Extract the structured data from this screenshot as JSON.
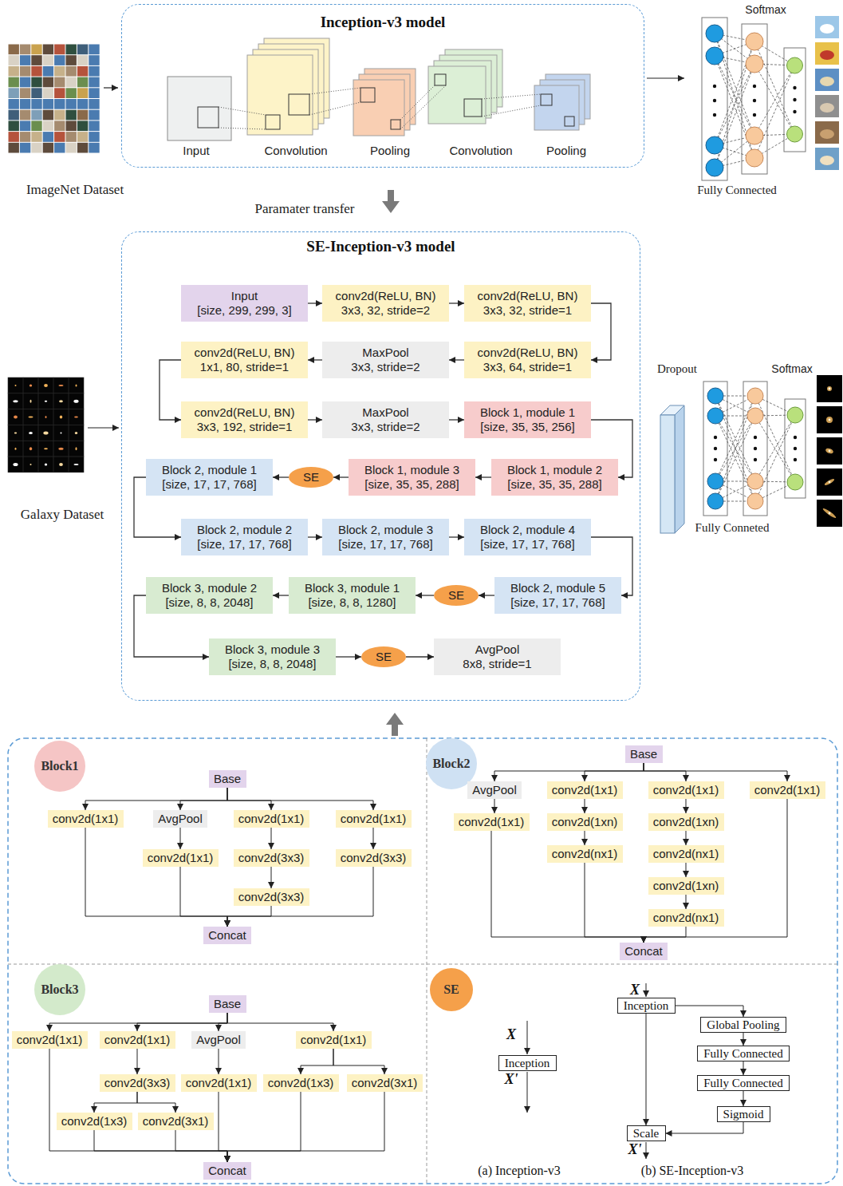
{
  "diagram": {
    "nodes": [
      {
        "text": [
          "Inception-v3 model"
        ]
      },
      {
        "text": [
          "SE-Inception-v3 model"
        ]
      },
      {
        "text": [
          "Input",
          "[size, 299, 299, 3]"
        ],
        "in": 1
      },
      {
        "text": [
          "conv2d(ReLU, BN)",
          "3x3, 32, stride=2"
        ],
        "in": 1
      },
      {
        "text": [
          "conv2d(ReLU, BN)",
          "3x3, 32, stride=1"
        ],
        "in": 1
      },
      {
        "text": [
          "conv2d(ReLU, BN)",
          "3x3, 64, stride=1"
        ],
        "in": 1
      },
      {
        "text": [
          "MaxPool",
          "3x3, stride=2"
        ],
        "in": 1
      },
      {
        "text": [
          "conv2d(ReLU, BN)",
          "1x1, 80, stride=1"
        ],
        "in": 1
      },
      {
        "text": [
          "conv2d(ReLU, BN)",
          "3x3, 192, stride=1"
        ],
        "in": 1
      },
      {
        "text": [
          "MaxPool",
          "3x3, stride=2"
        ],
        "in": 1
      },
      {
        "text": [
          "Block 1, module 1",
          "[size, 35, 35, 256]"
        ],
        "in": 1
      },
      {
        "text": [
          "Block 1, module 2",
          "[size, 35, 35, 288]"
        ],
        "in": 1
      },
      {
        "text": [
          "Block 1, module 3",
          "[size, 35, 35, 288]"
        ],
        "in": 1
      },
      {
        "text": [
          "SE"
        ],
        "in": 1
      },
      {
        "text": [
          "Block 2, module 1",
          "[size, 17, 17, 768]"
        ],
        "in": 1
      },
      {
        "text": [
          "Block 2, module 2",
          "[size, 17, 17, 768]"
        ],
        "in": 1
      },
      {
        "text": [
          "Block 2, module 3",
          "[size, 17, 17, 768]"
        ],
        "in": 1
      },
      {
        "text": [
          "Block 2, module 4",
          "[size, 17, 17, 768]"
        ],
        "in": 1
      },
      {
        "text": [
          "Block 2, module 5",
          "[size, 17, 17, 768]"
        ],
        "in": 1
      },
      {
        "text": [
          "SE"
        ],
        "in": 1
      },
      {
        "text": [
          "Block 3, module 1",
          "[size, 8, 8, 1280]"
        ],
        "in": 1
      },
      {
        "text": [
          "Block 3, module 2",
          "[size, 8, 8, 2048]"
        ],
        "in": 1
      },
      {
        "text": [
          "Block 3, module 3",
          "[size, 8, 8, 2048]"
        ],
        "in": 1
      },
      {
        "text": [
          "SE"
        ],
        "in": 1
      },
      {
        "text": [
          "AvgPool",
          "8x8, stride=1"
        ],
        "in": 1
      },
      {
        "text": [
          "Block1"
        ]
      },
      {
        "text": [
          "Base"
        ]
      },
      {
        "text": [
          "conv2d(1x1)"
        ]
      },
      {
        "text": [
          "AvgPool"
        ]
      },
      {
        "text": [
          "conv2d(1x1)"
        ]
      },
      {
        "text": [
          "conv2d(1x1)"
        ]
      },
      {
        "text": [
          "conv2d(1x1)"
        ]
      },
      {
        "text": [
          "conv2d(3x3)"
        ]
      },
      {
        "text": [
          "conv2d(3x3)"
        ]
      },
      {
        "text": [
          "conv2d(3x3)"
        ]
      },
      {
        "text": [
          "Concat"
        ]
      },
      {
        "text": [
          "Block2"
        ]
      },
      {
        "text": [
          "Base"
        ]
      },
      {
        "text": [
          "AvgPool"
        ]
      },
      {
        "text": [
          "conv2d(1x1)"
        ]
      },
      {
        "text": [
          "conv2d(1x1)"
        ]
      },
      {
        "text": [
          "conv2d(1x1)"
        ]
      },
      {
        "text": [
          "conv2d(1x1)"
        ]
      },
      {
        "text": [
          "conv2d(1xn)"
        ]
      },
      {
        "text": [
          "conv2d(nx1)"
        ]
      },
      {
        "text": [
          "conv2d(1xn)"
        ]
      },
      {
        "text": [
          "conv2d(nx1)"
        ]
      },
      {
        "text": [
          "conv2d(1xn)"
        ]
      },
      {
        "text": [
          "conv2d(nx1)"
        ]
      },
      {
        "text": [
          "Concat"
        ]
      },
      {
        "text": [
          "Block3"
        ]
      },
      {
        "text": [
          "Base"
        ]
      },
      {
        "text": [
          "conv2d(1x1)"
        ]
      },
      {
        "text": [
          "conv2d(1x1)"
        ]
      },
      {
        "text": [
          "AvgPool"
        ]
      },
      {
        "text": [
          "conv2d(1x1)"
        ]
      },
      {
        "text": [
          "conv2d(3x3)"
        ]
      },
      {
        "text": [
          "conv2d(1x1)"
        ]
      },
      {
        "text": [
          "conv2d(1x3)"
        ]
      },
      {
        "text": [
          "conv2d(3x1)"
        ]
      },
      {
        "text": [
          "conv2d(1x3)"
        ]
      },
      {
        "text": [
          "conv2d(3x1)"
        ]
      },
      {
        "text": [
          "Concat"
        ]
      },
      {
        "text": [
          "SE"
        ]
      },
      {
        "text": [
          "Inception"
        ]
      },
      {
        "text": [
          "Inception"
        ]
      },
      {
        "text": [
          "Global Pooling"
        ]
      },
      {
        "text": [
          "Fully Connected"
        ]
      },
      {
        "text": [
          "Fully Connected"
        ]
      },
      {
        "text": [
          "Sigmoid"
        ]
      },
      {
        "text": [
          "Scale"
        ]
      }
    ],
    "edges": [
      {
        "from": 2,
        "to": 3,
        "arrow": "to"
      },
      {
        "from": 3,
        "to": 4,
        "arrow": "to"
      },
      {
        "from": 4,
        "to": 5,
        "arrow": "to"
      },
      {
        "from": 5,
        "to": 6,
        "arrow": "to"
      },
      {
        "from": 6,
        "to": 7,
        "arrow": "to"
      },
      {
        "from": 7,
        "to": 8,
        "arrow": "to"
      },
      {
        "from": 8,
        "to": 9,
        "arrow": "to"
      },
      {
        "from": 9,
        "to": 10,
        "arrow": "to"
      },
      {
        "from": 10,
        "to": 11,
        "arrow": "to"
      },
      {
        "from": 11,
        "to": 12,
        "arrow": "to"
      },
      {
        "from": 12,
        "to": 13,
        "arrow": "to"
      },
      {
        "from": 13,
        "to": 14,
        "arrow": "to"
      },
      {
        "from": 14,
        "to": 15,
        "arrow": "to"
      },
      {
        "from": 15,
        "to": 16,
        "arrow": "to"
      },
      {
        "from": 16,
        "to": 17,
        "arrow": "to"
      },
      {
        "from": 17,
        "to": 18,
        "arrow": "to"
      },
      {
        "from": 18,
        "to": 19,
        "arrow": "to"
      },
      {
        "from": 19,
        "to": 20,
        "arrow": "to"
      },
      {
        "from": 20,
        "to": 21,
        "arrow": "to"
      },
      {
        "from": 21,
        "to": 22,
        "arrow": "to"
      },
      {
        "from": 22,
        "to": 23,
        "arrow": "to"
      },
      {
        "from": 23,
        "to": 24,
        "arrow": "to"
      },
      {
        "from": 26,
        "to": 27,
        "arrow": "to"
      },
      {
        "from": 26,
        "to": 28,
        "arrow": "to"
      },
      {
        "from": 26,
        "to": 29,
        "arrow": "to"
      },
      {
        "from": 26,
        "to": 30,
        "arrow": "to"
      },
      {
        "from": 28,
        "to": 31,
        "arrow": "to"
      },
      {
        "from": 29,
        "to": 32,
        "arrow": "to"
      },
      {
        "from": 32,
        "to": 34,
        "arrow": "to"
      },
      {
        "from": 30,
        "to": 33,
        "arrow": "to"
      },
      {
        "from": 27,
        "to": 35,
        "arrow": "to"
      },
      {
        "from": 31,
        "to": 35,
        "arrow": "to"
      },
      {
        "from": 34,
        "to": 35,
        "arrow": "to"
      },
      {
        "from": 33,
        "to": 35,
        "arrow": "to"
      },
      {
        "from": 37,
        "to": 38,
        "arrow": "to"
      },
      {
        "from": 37,
        "to": 39,
        "arrow": "to"
      },
      {
        "from": 37,
        "to": 40,
        "arrow": "to"
      },
      {
        "from": 37,
        "to": 41,
        "arrow": "to"
      },
      {
        "from": 38,
        "to": 42,
        "arrow": "to"
      },
      {
        "from": 39,
        "to": 43,
        "arrow": "to"
      },
      {
        "from": 43,
        "to": 44,
        "arrow": "to"
      },
      {
        "from": 40,
        "to": 45,
        "arrow": "to"
      },
      {
        "from": 45,
        "to": 46,
        "arrow": "to"
      },
      {
        "from": 46,
        "to": 47,
        "arrow": "to"
      },
      {
        "from": 47,
        "to": 48,
        "arrow": "to"
      },
      {
        "from": 42,
        "to": 49,
        "arrow": "to"
      },
      {
        "from": 44,
        "to": 49,
        "arrow": "to"
      },
      {
        "from": 48,
        "to": 49,
        "arrow": "to"
      },
      {
        "from": 41,
        "to": 49,
        "arrow": "to"
      },
      {
        "from": 51,
        "to": 52,
        "arrow": "to"
      },
      {
        "from": 51,
        "to": 53,
        "arrow": "to"
      },
      {
        "from": 51,
        "to": 54,
        "arrow": "to"
      },
      {
        "from": 51,
        "to": 55,
        "arrow": "to"
      },
      {
        "from": 53,
        "to": 56,
        "arrow": "to"
      },
      {
        "from": 54,
        "to": 57,
        "arrow": "to"
      },
      {
        "from": 55,
        "to": 58,
        "arrow": "to"
      },
      {
        "from": 55,
        "to": 59,
        "arrow": "to"
      },
      {
        "from": 56,
        "to": 60,
        "arrow": "to"
      },
      {
        "from": 56,
        "to": 61,
        "arrow": "to"
      },
      {
        "from": 52,
        "to": 62,
        "arrow": "to"
      },
      {
        "from": 60,
        "to": 62,
        "arrow": "to"
      },
      {
        "from": 61,
        "to": 62,
        "arrow": "to"
      },
      {
        "from": 57,
        "to": 62,
        "arrow": "to"
      },
      {
        "from": 58,
        "to": 62,
        "arrow": "to"
      },
      {
        "from": 59,
        "to": 62,
        "arrow": "to"
      },
      {
        "from": 65,
        "to": 66,
        "arrow": "to"
      },
      {
        "from": 66,
        "to": 67,
        "arrow": "to"
      },
      {
        "from": 67,
        "to": 68,
        "arrow": "to"
      },
      {
        "from": 68,
        "to": 69,
        "arrow": "to"
      },
      {
        "from": 69,
        "to": 70,
        "arrow": "to"
      },
      {
        "from": 65,
        "to": 70,
        "arrow": "to"
      }
    ],
    "labels": [
      "Input",
      "Convolution",
      "Pooling",
      "Convolution",
      "Pooling",
      "ImageNet Dataset",
      "Softmax",
      "Fully Connected",
      "Paramater transfer",
      "Galaxy Dataset",
      "Dropout",
      "Softmax",
      "Fully Conneted",
      "X",
      "X'",
      "X",
      "X'",
      "(a) Inception-v3",
      "(b) SE-Inception-v3"
    ]
  }
}
